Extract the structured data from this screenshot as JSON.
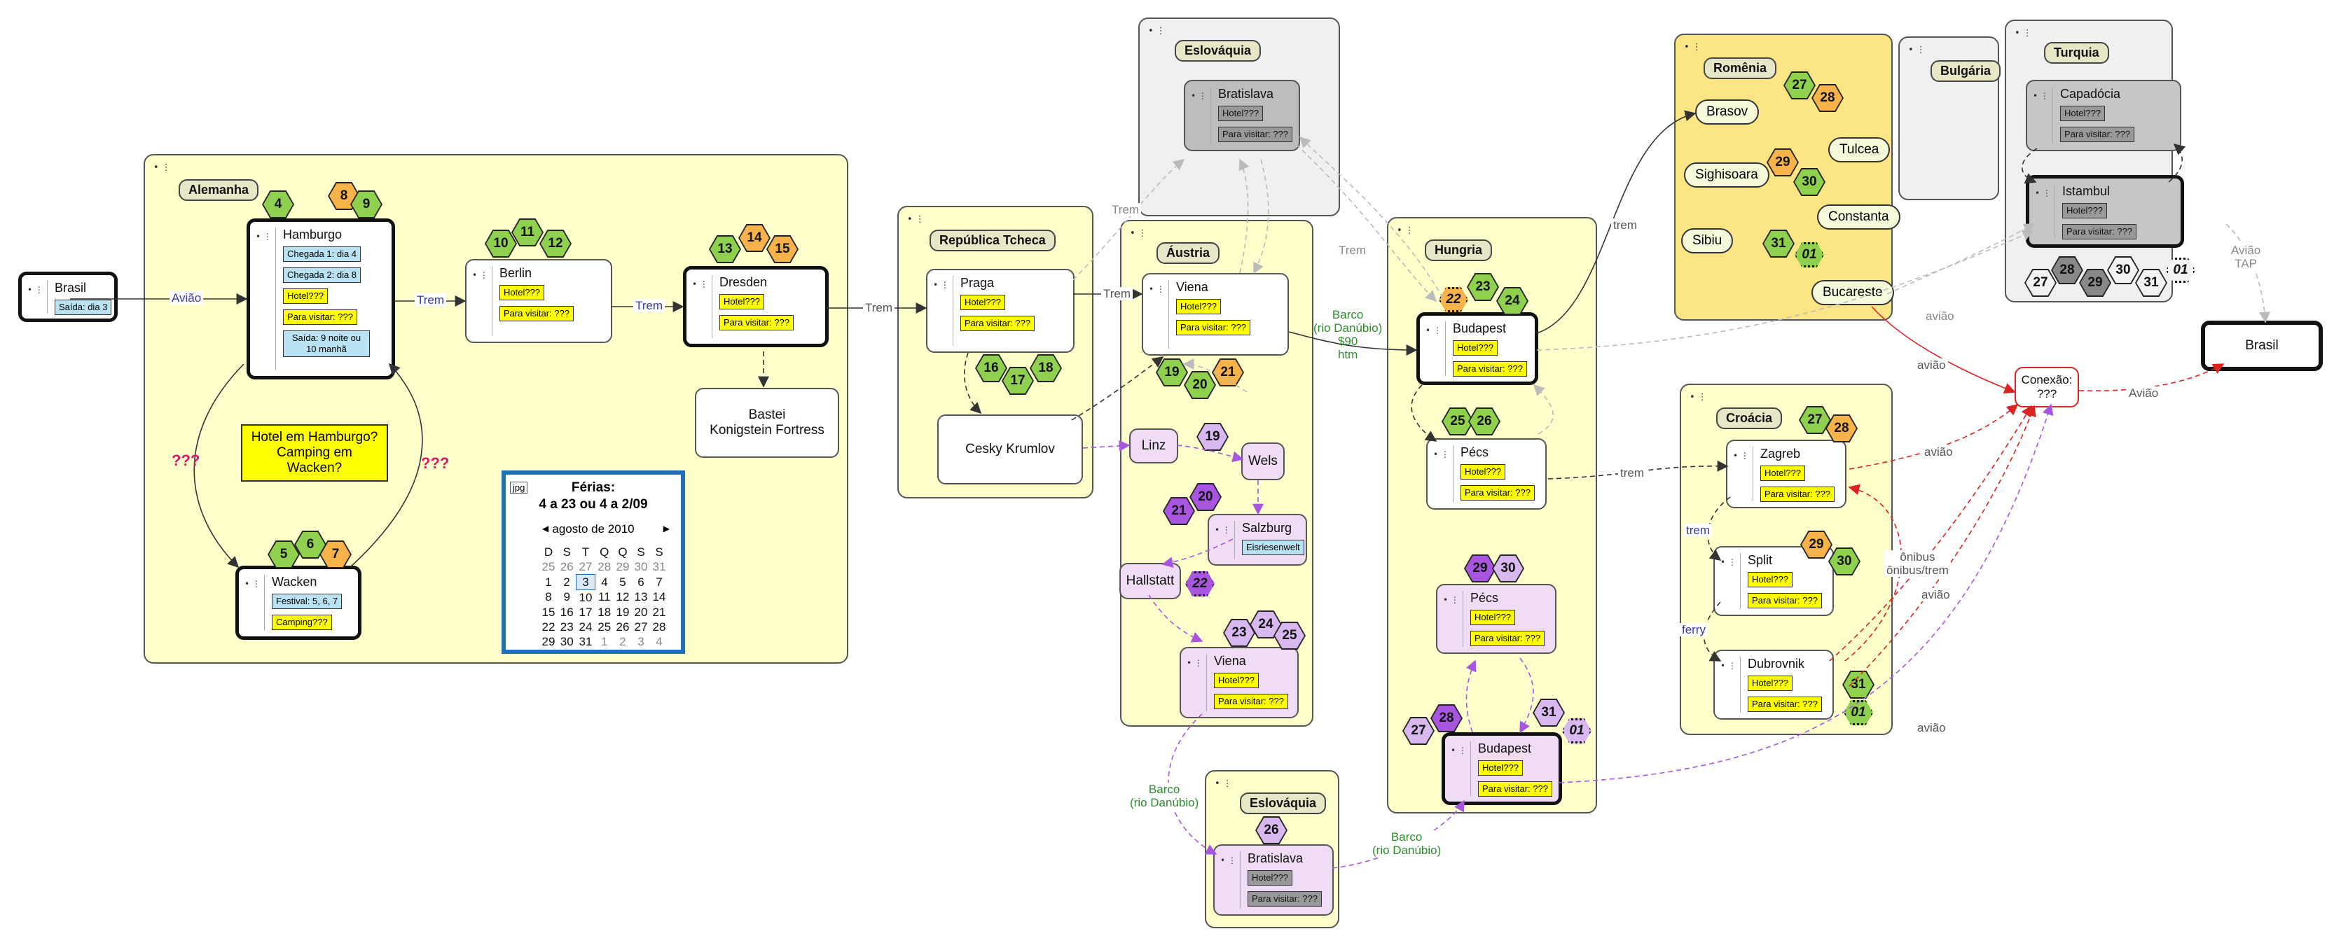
{
  "regions": {
    "alemanha": "Alemanha",
    "rep_tcheca": "República Tcheca",
    "austria": "Áustria",
    "eslovaquia_top": "Eslováquia",
    "eslovaquia_bottom": "Eslováquia",
    "hungria": "Hungria",
    "romenia": "Romênia",
    "bulgaria": "Bulgária",
    "turquia": "Turquia",
    "croacia": "Croácia"
  },
  "nodes": {
    "brasil_start": {
      "title": "Brasil",
      "tags": [
        "Saída: dia 3"
      ]
    },
    "hamburgo": {
      "title": "Hamburgo",
      "tags": [
        "Chegada 1: dia 4",
        "Chegada 2: dia 8",
        "Hotel???",
        "Para visitar: ???",
        "Saída: 9 noite ou 10 manhã"
      ]
    },
    "berlin": {
      "title": "Berlin",
      "tags": [
        "Hotel???",
        "Para visitar: ???"
      ]
    },
    "dresden": {
      "title": "Dresden",
      "tags": [
        "Hotel???",
        "Para visitar: ???"
      ]
    },
    "bastei": {
      "title": "Bastei\nKonigstein Fortress"
    },
    "wacken": {
      "title": "Wacken",
      "tags": [
        "Festival: 5, 6, 7",
        "Camping???"
      ]
    },
    "praga": {
      "title": "Praga",
      "tags": [
        "Hotel???",
        "Para visitar: ???"
      ]
    },
    "cesky": {
      "title": "Cesky Krumlov"
    },
    "bratislava_top": {
      "title": "Bratislava",
      "tags": [
        "Hotel???",
        "Para visitar: ???"
      ]
    },
    "viena_top": {
      "title": "Viena",
      "tags": [
        "Hotel???",
        "Para visitar: ???"
      ]
    },
    "linz": {
      "title": "Linz"
    },
    "wels": {
      "title": "Wels"
    },
    "salzburg": {
      "title": "Salzburg",
      "tags": [
        "Eisriesenwelt"
      ]
    },
    "hallstatt": {
      "title": "Hallstatt"
    },
    "viena_bottom": {
      "title": "Viena",
      "tags": [
        "Hotel???",
        "Para visitar: ???"
      ]
    },
    "bratislava_bottom": {
      "title": "Bratislava",
      "tags": [
        "Hotel???",
        "Para visitar: ???"
      ]
    },
    "budapest_top": {
      "title": "Budapest",
      "tags": [
        "Hotel???",
        "Para visitar: ???"
      ]
    },
    "pecs_top": {
      "title": "Pécs",
      "tags": [
        "Hotel???",
        "Para visitar: ???"
      ]
    },
    "pecs_bottom": {
      "title": "Pécs",
      "tags": [
        "Hotel???",
        "Para visitar: ???"
      ]
    },
    "budapest_bottom": {
      "title": "Budapest",
      "tags": [
        "Hotel???",
        "Para visitar: ???"
      ]
    },
    "brasov": {
      "title": "Brasov"
    },
    "sighisoara": {
      "title": "Sighisoara"
    },
    "tulcea": {
      "title": "Tulcea"
    },
    "constanta": {
      "title": "Constanta"
    },
    "sibiu": {
      "title": "Sibiu"
    },
    "bucareste": {
      "title": "Bucareste"
    },
    "capadocia": {
      "title": "Capadócia",
      "tags": [
        "Hotel???",
        "Para visitar: ???"
      ]
    },
    "istambul": {
      "title": "Istambul",
      "tags": [
        "Hotel???",
        "Para visitar: ???"
      ]
    },
    "brasil_end": {
      "title": "Brasil"
    },
    "conexao": {
      "title": "Conexão:\n???"
    },
    "zagreb": {
      "title": "Zagreb",
      "tags": [
        "Hotel???",
        "Para visitar: ???"
      ]
    },
    "split": {
      "title": "Split",
      "tags": [
        "Hotel???",
        "Para visitar: ???"
      ]
    },
    "dubrovnik": {
      "title": "Dubrovnik",
      "tags": [
        "Hotel???",
        "Para visitar: ???"
      ]
    }
  },
  "note": "Hotel em Hamburgo?\nCamping em Wacken?",
  "calendar": {
    "icon_label": "jpg",
    "title": "Férias:",
    "subtitle": "4 a 23 ou 4 a 2/09",
    "month": "agosto de 2010",
    "prev": "◀",
    "next": "▶",
    "weekdays": [
      "D",
      "S",
      "T",
      "Q",
      "Q",
      "S",
      "S"
    ],
    "weeks": [
      [
        "25",
        "26",
        "27",
        "28",
        "29",
        "30",
        "31"
      ],
      [
        "1",
        "2",
        "3",
        "4",
        "5",
        "6",
        "7"
      ],
      [
        "8",
        "9",
        "10",
        "11",
        "12",
        "13",
        "14"
      ],
      [
        "15",
        "16",
        "17",
        "18",
        "19",
        "20",
        "21"
      ],
      [
        "22",
        "23",
        "24",
        "25",
        "26",
        "27",
        "28"
      ],
      [
        "29",
        "30",
        "31",
        "1",
        "2",
        "3",
        "4"
      ]
    ],
    "selected_day": "3"
  },
  "edge_labels": {
    "aviao1": "Avião",
    "trem1": "Trem",
    "trem2": "Trem",
    "trem3": "Trem",
    "trem4": "Trem",
    "trem5": "Trem",
    "trem6": "Trem",
    "q1": "???",
    "q2": "???",
    "barco1": "Barco\n(rio Danúbio)\n$90\nhtm",
    "barco2": "Barco\n(rio Danúbio)",
    "barco3": "Barco\n(rio Danúbio)",
    "trem_buda_brasov": "trem",
    "trem_pecs_zagreb": "trem",
    "trem_zagreb_split": "trem",
    "ferry": "ferry",
    "onibus": "ônibus\nônibus/trem",
    "aviao_buc": "avião",
    "aviao_turq": "avião",
    "aviao_zag": "avião",
    "aviao_dub": "avião",
    "aviao_buda": "avião",
    "aviao_conexao": "Avião",
    "aviao_tap": "Avião\nTAP"
  },
  "hexes": [
    {
      "label": "4",
      "color": "green"
    },
    {
      "label": "8",
      "color": "orange"
    },
    {
      "label": "9",
      "color": "green"
    },
    {
      "label": "10",
      "color": "green"
    },
    {
      "label": "11",
      "color": "green"
    },
    {
      "label": "12",
      "color": "green"
    },
    {
      "label": "13",
      "color": "green"
    },
    {
      "label": "14",
      "color": "orange"
    },
    {
      "label": "15",
      "color": "orange"
    },
    {
      "label": "5",
      "color": "green"
    },
    {
      "label": "6",
      "color": "green"
    },
    {
      "label": "7",
      "color": "orange"
    },
    {
      "label": "16",
      "color": "green"
    },
    {
      "label": "17",
      "color": "green"
    },
    {
      "label": "18",
      "color": "green"
    },
    {
      "label": "19",
      "color": "green"
    },
    {
      "label": "20",
      "color": "green"
    },
    {
      "label": "21",
      "color": "orange"
    },
    {
      "label": "19",
      "color": "lilac"
    },
    {
      "label": "20",
      "color": "purple"
    },
    {
      "label": "21",
      "color": "purple"
    },
    {
      "label": "22",
      "color": "purple-dotted"
    },
    {
      "label": "23",
      "color": "lilac"
    },
    {
      "label": "24",
      "color": "lilac"
    },
    {
      "label": "25",
      "color": "lilac"
    },
    {
      "label": "26",
      "color": "lilac"
    },
    {
      "label": "22",
      "color": "orange-dotted"
    },
    {
      "label": "23",
      "color": "green"
    },
    {
      "label": "24",
      "color": "green"
    },
    {
      "label": "25",
      "color": "green"
    },
    {
      "label": "26",
      "color": "green"
    },
    {
      "label": "29",
      "color": "purple"
    },
    {
      "label": "30",
      "color": "lilac"
    },
    {
      "label": "27",
      "color": "lilac"
    },
    {
      "label": "28",
      "color": "purple"
    },
    {
      "label": "31",
      "color": "lilac"
    },
    {
      "label": "01",
      "color": "lilac-dotted"
    },
    {
      "label": "27",
      "color": "green"
    },
    {
      "label": "28",
      "color": "orange"
    },
    {
      "label": "29",
      "color": "orange"
    },
    {
      "label": "30",
      "color": "green"
    },
    {
      "label": "31",
      "color": "green"
    },
    {
      "label": "01",
      "color": "green-dotted"
    },
    {
      "label": "27",
      "color": "white"
    },
    {
      "label": "28",
      "color": "gray"
    },
    {
      "label": "29",
      "color": "gray"
    },
    {
      "label": "30",
      "color": "white"
    },
    {
      "label": "31",
      "color": "white"
    },
    {
      "label": "01",
      "color": "white-dotted"
    },
    {
      "label": "27",
      "color": "green"
    },
    {
      "label": "28",
      "color": "orange"
    },
    {
      "label": "29",
      "color": "orange"
    },
    {
      "label": "30",
      "color": "green"
    },
    {
      "label": "31",
      "color": "green"
    },
    {
      "label": "01",
      "color": "green-dotted"
    }
  ]
}
